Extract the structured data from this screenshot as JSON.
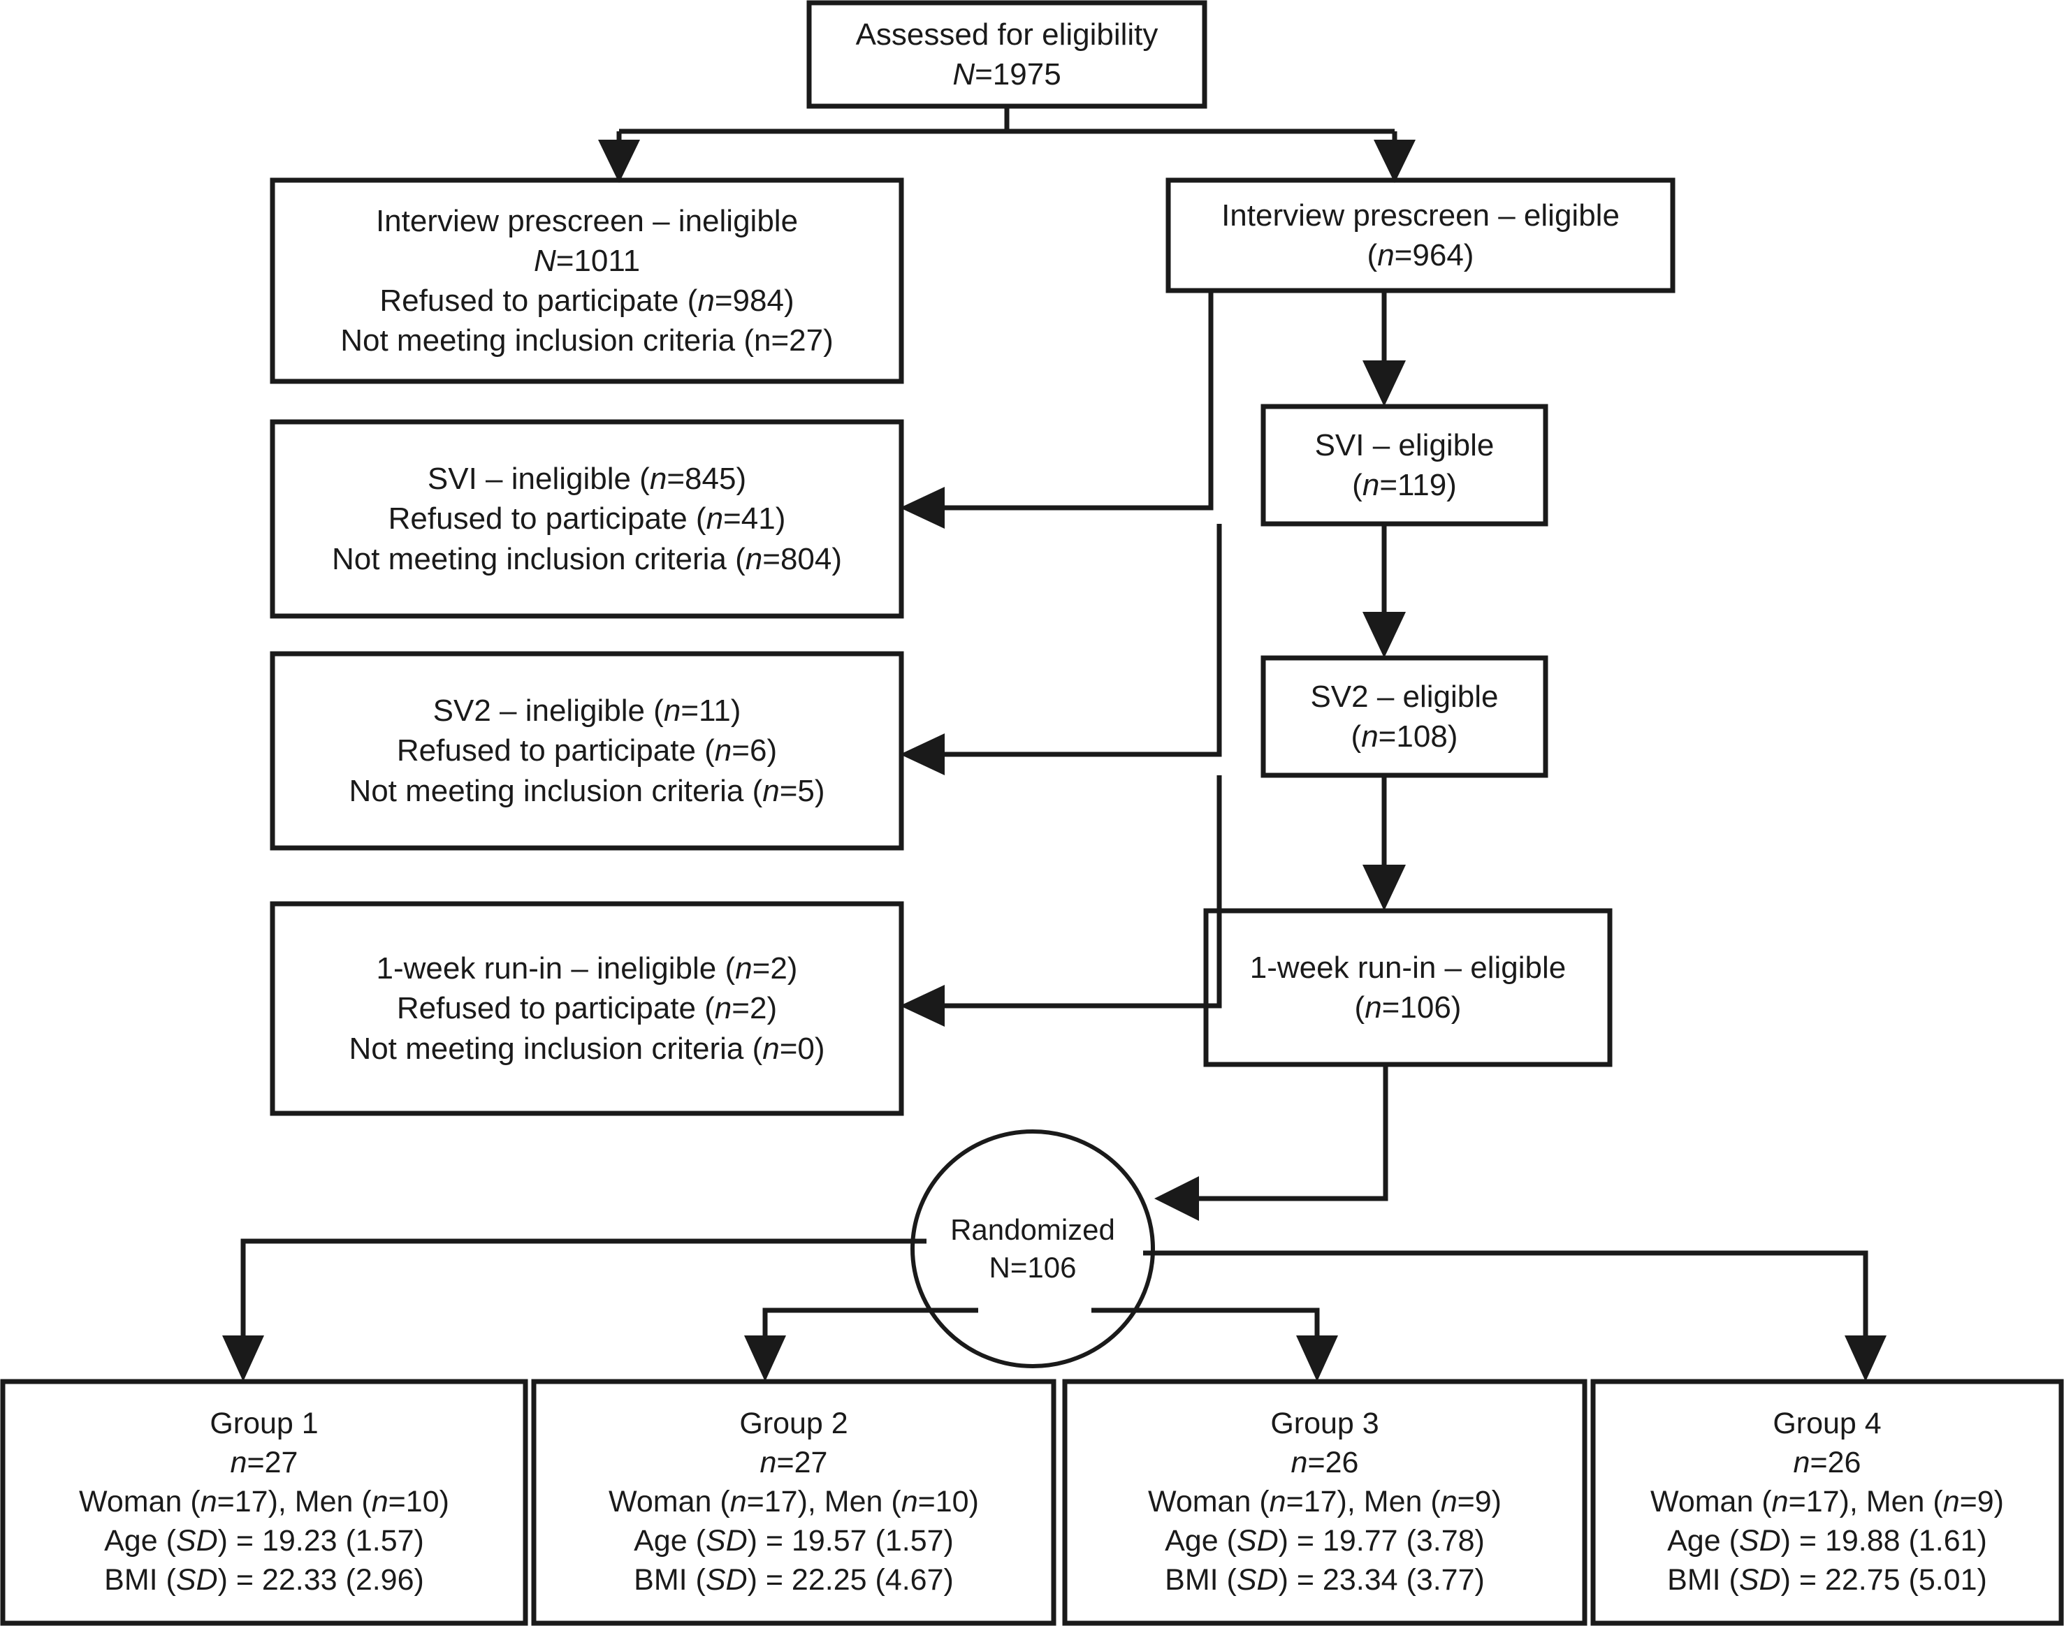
{
  "figure": {
    "type": "consort-flow-diagram",
    "title": "Participant flow diagram"
  },
  "nodes": {
    "assessed": {
      "name": "assessed-for-eligibility",
      "lines": [
        {
          "text": "Assessed for eligibility",
          "italic_prefix": ""
        },
        {
          "text": "N=1975",
          "italic_prefix": "N"
        }
      ],
      "label": "Assessed for eligibility",
      "count_label": "N=1975",
      "count": 1975
    },
    "prescreen_ineligible": {
      "name": "interview-prescreen-ineligible",
      "lines": [
        {
          "text": "Interview prescreen – ineligible"
        },
        {
          "text": "N=1011",
          "italic_prefix": "N"
        },
        {
          "text": "Refused to participate (n=984)",
          "italic_prefix": "n"
        },
        {
          "text": "Not meeting inclusion criteria (n=27)"
        }
      ],
      "label": "Interview prescreen – ineligible",
      "count_label": "N=1011",
      "refused_label": "Refused to participate (n=984)",
      "not_meeting_label": "Not meeting inclusion criteria (n=27)",
      "count": 1011,
      "refused": 984,
      "not_meeting": 27
    },
    "prescreen_eligible": {
      "name": "interview-prescreen-eligible",
      "label": "Interview prescreen – eligible",
      "count_label": "(n=964)",
      "count": 964
    },
    "sv1_ineligible": {
      "name": "sv1-ineligible",
      "label": "SVI – ineligible (n=845)",
      "refused_label": "Refused to participate (n=41)",
      "not_meeting_label": "Not meeting inclusion criteria (n=804)",
      "count": 845,
      "refused": 41,
      "not_meeting": 804
    },
    "sv1_eligible": {
      "name": "sv1-eligible",
      "label": "SVI – eligible",
      "count_label": "(n=119)",
      "count": 119
    },
    "sv2_ineligible": {
      "name": "sv2-ineligible",
      "label": "SV2 – ineligible (n=11)",
      "refused_label": "Refused to participate (n=6)",
      "not_meeting_label": "Not meeting inclusion criteria (n=5)",
      "count": 11,
      "refused": 6,
      "not_meeting": 5
    },
    "sv2_eligible": {
      "name": "sv2-eligible",
      "label": "SV2 – eligible",
      "count_label": "(n=108)",
      "count": 108
    },
    "runin_ineligible": {
      "name": "run-in-ineligible",
      "label": "1-week run-in – ineligible (n=2)",
      "refused_label": "Refused to participate (n=2)",
      "not_meeting_label": "Not meeting inclusion criteria (n=0)",
      "count": 2,
      "refused": 2,
      "not_meeting": 0
    },
    "runin_eligible": {
      "name": "run-in-eligible",
      "label": "1-week run-in – eligible",
      "count_label": "(n=106)",
      "count": 106
    },
    "randomized": {
      "name": "randomized",
      "label": "Randomized",
      "count_label": "N=106",
      "count": 106
    }
  },
  "groups": [
    {
      "name": "group-1",
      "title": "Group 1",
      "n_label": "n=27",
      "sex_label": "Woman (n=17), Men (n=10)",
      "age_label": "Age (SD) = 19.23 (1.57)",
      "bmi_label": "BMI (SD) = 22.33 (2.96)",
      "n": 27,
      "women": 17,
      "men": 10,
      "age_mean": 19.23,
      "age_sd": 1.57,
      "bmi_mean": 22.33,
      "bmi_sd": 2.96
    },
    {
      "name": "group-2",
      "title": "Group 2",
      "n_label": "n=27",
      "sex_label": "Woman (n=17), Men (n=10)",
      "age_label": "Age (SD) = 19.57 (1.57)",
      "bmi_label": "BMI (SD) = 22.25 (4.67)",
      "n": 27,
      "women": 17,
      "men": 10,
      "age_mean": 19.57,
      "age_sd": 1.57,
      "bmi_mean": 22.25,
      "bmi_sd": 4.67
    },
    {
      "name": "group-3",
      "title": "Group 3",
      "n_label": "n=26",
      "sex_label": "Woman (n=17), Men (n=9)",
      "age_label": "Age (SD) = 19.77 (3.78)",
      "bmi_label": "BMI (SD) = 23.34 (3.77)",
      "n": 26,
      "women": 17,
      "men": 9,
      "age_mean": 19.77,
      "age_sd": 3.78,
      "bmi_mean": 23.34,
      "bmi_sd": 3.77
    },
    {
      "name": "group-4",
      "title": "Group 4",
      "n_label": "n=26",
      "sex_label": "Woman (n=17), Men (n=9)",
      "age_label": "Age (SD) = 19.88 (1.61)",
      "bmi_label": "BMI (SD) = 22.75 (5.01)",
      "n": 26,
      "women": 17,
      "men": 9,
      "age_mean": 19.88,
      "age_sd": 1.61,
      "bmi_mean": 22.75,
      "bmi_sd": 5.01
    }
  ],
  "colors": {
    "stroke": "#1a1a1a",
    "fill": "#ffffff",
    "text": "#1a1a1a"
  }
}
